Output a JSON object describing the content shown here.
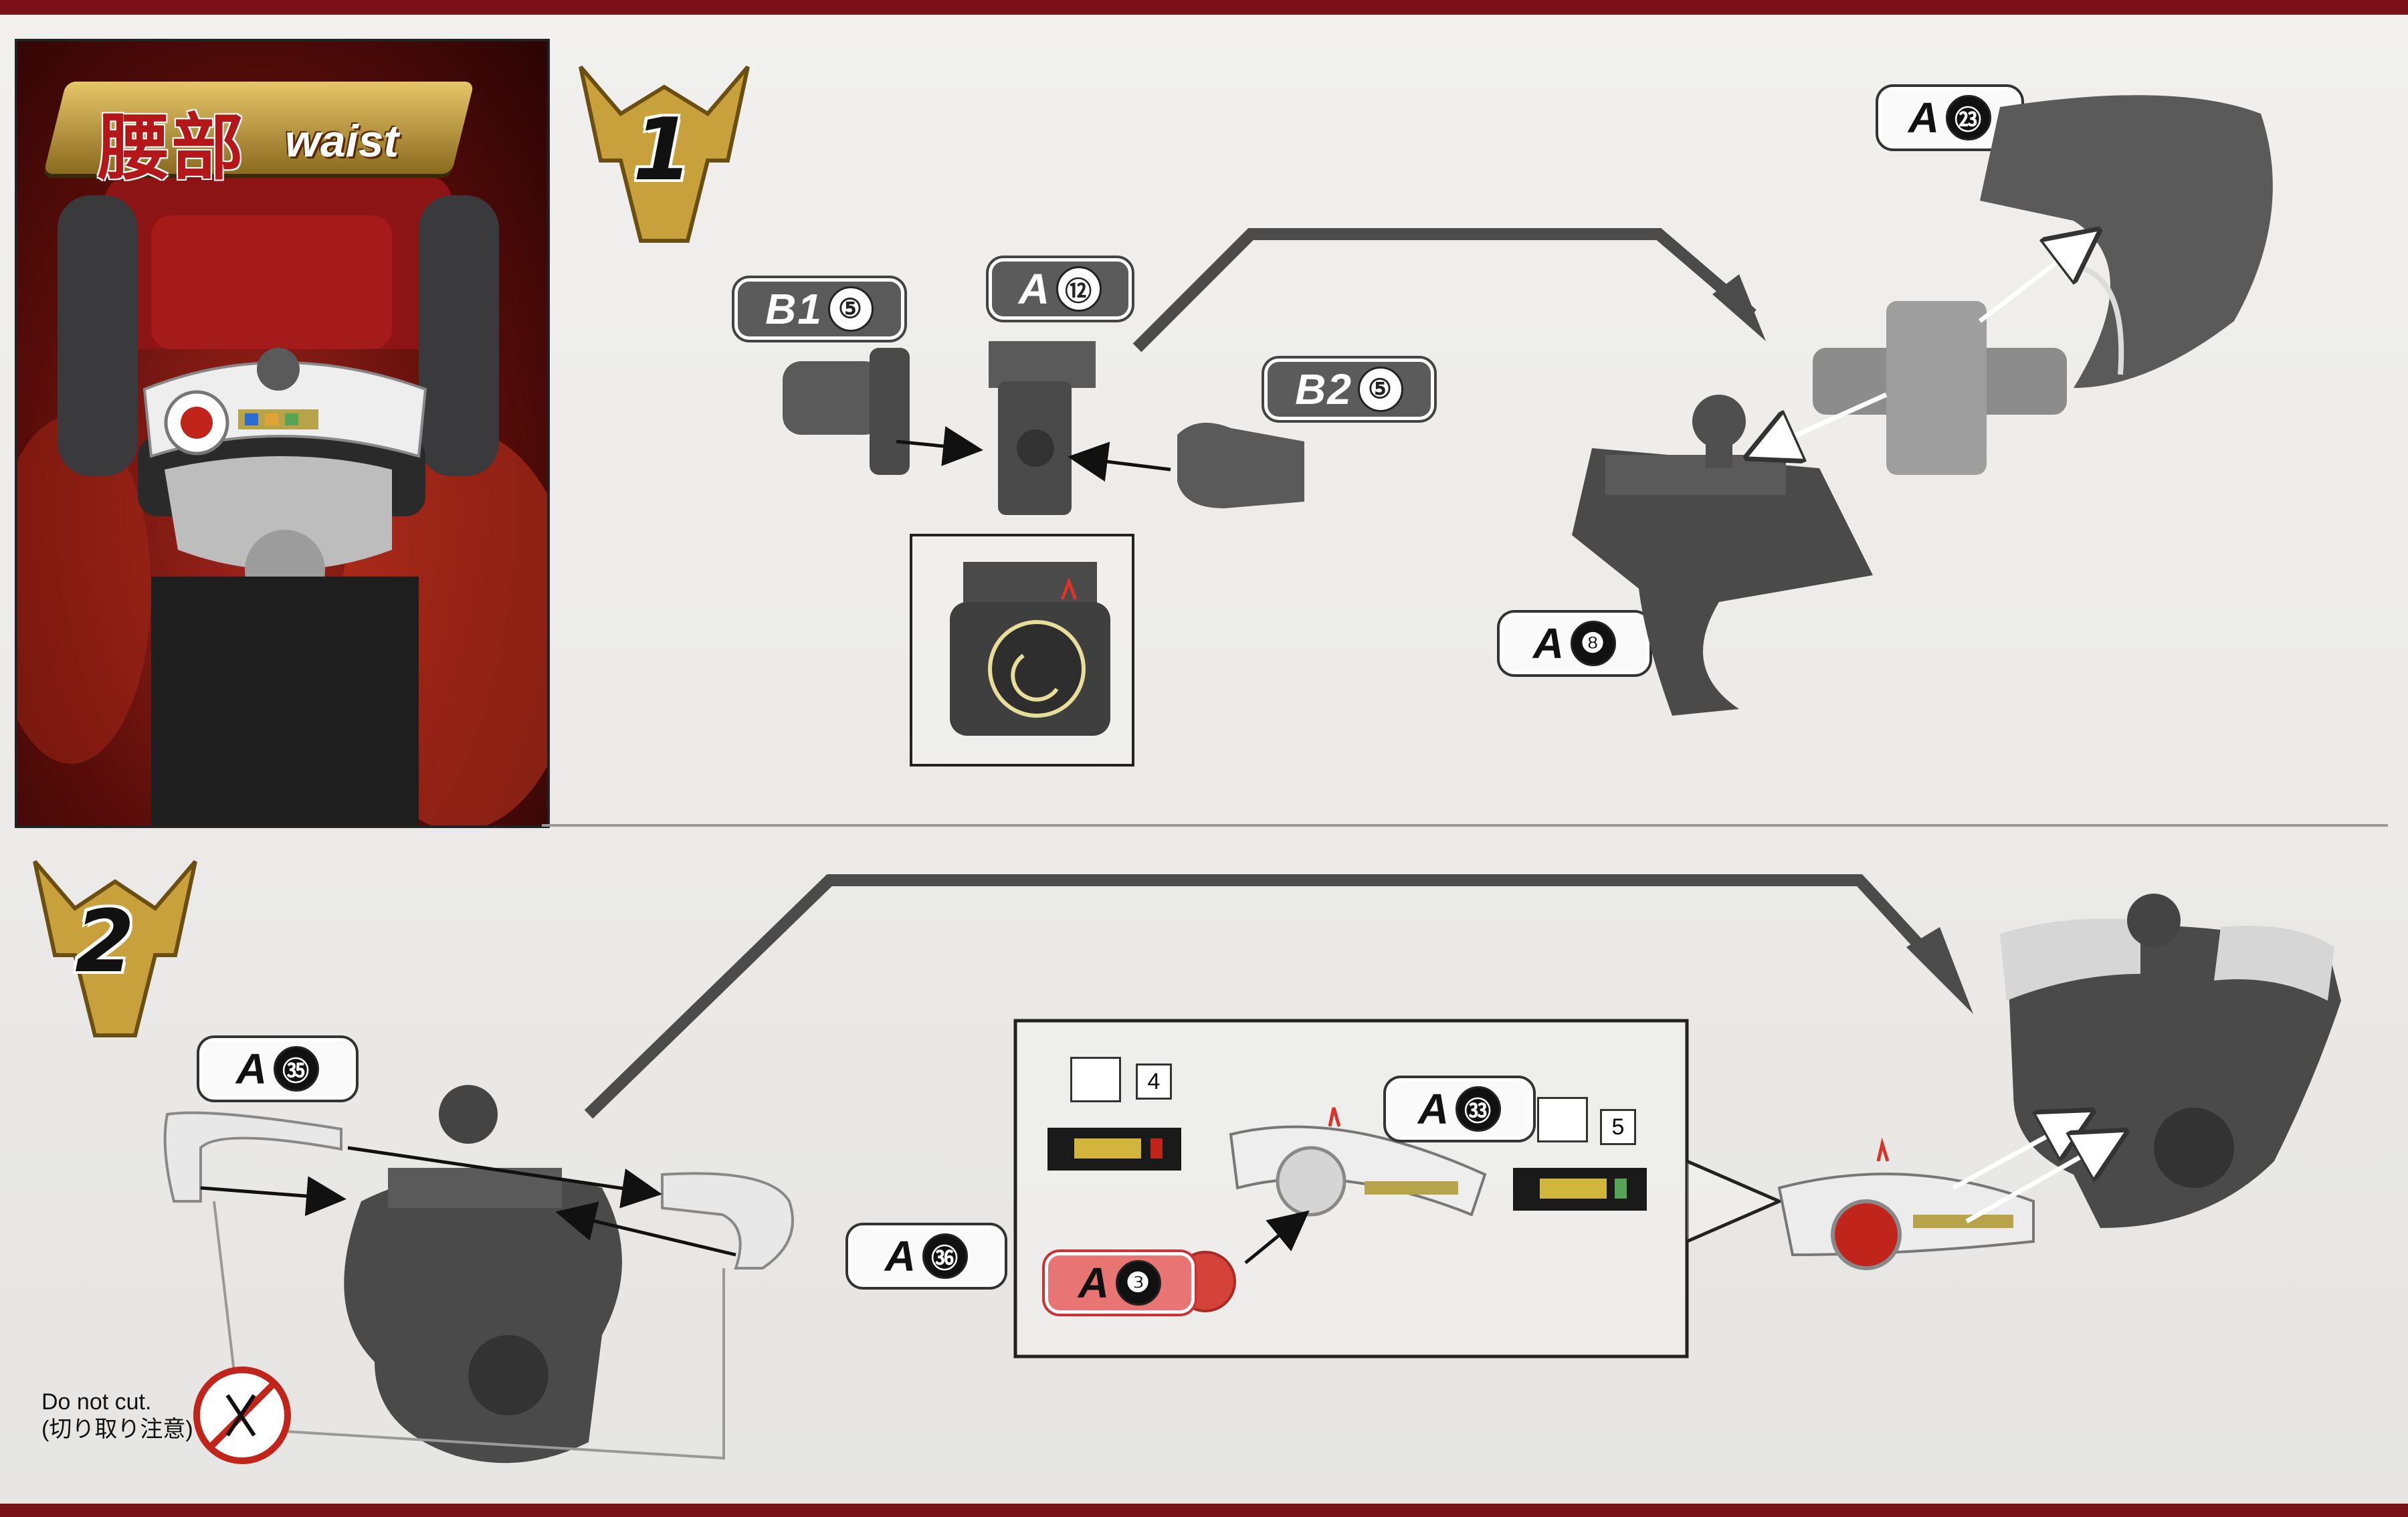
{
  "header": {
    "title_jp": "腰部",
    "title_en": "waist"
  },
  "steps": {
    "step1": {
      "number": "1",
      "tags": {
        "b1": {
          "part": "B1",
          "num": "⑤"
        },
        "a12": {
          "part": "A",
          "num": "⑫"
        },
        "b2": {
          "part": "B2",
          "num": "⑤"
        },
        "a23": {
          "part": "A",
          "num": "㉓"
        },
        "a8": {
          "part": "A",
          "num": "❽"
        }
      }
    },
    "step2": {
      "number": "2",
      "tags": {
        "a35": {
          "part": "A",
          "num": "㉟"
        },
        "a36": {
          "part": "A",
          "num": "㊱"
        },
        "a33": {
          "part": "A",
          "num": "㉝"
        },
        "a3": {
          "part": "A",
          "num": "❸"
        }
      },
      "sticker_numbers": {
        "left": "4",
        "right": "5"
      },
      "warning": {
        "line1": "Do not cut.",
        "line2": "(切り取り注意)"
      }
    }
  },
  "colors": {
    "red_border": "#8f1a22",
    "part_gray": "#5a5a5a",
    "gold": "#c9a13c",
    "accent_red": "#c0241b"
  },
  "icons": [
    "step-emblem-icon",
    "no-cut-icon",
    "sticker-cut-icon",
    "arrow-icon"
  ]
}
